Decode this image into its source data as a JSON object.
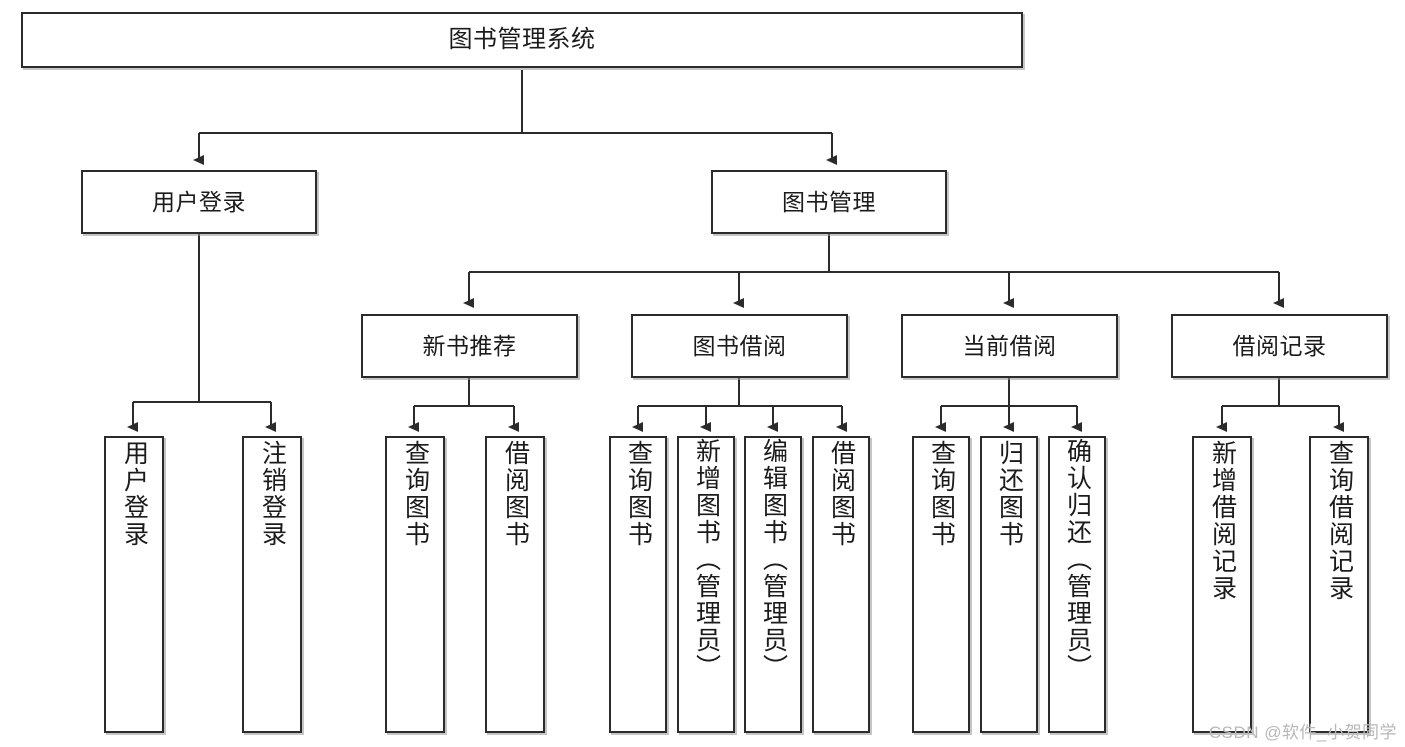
{
  "diagram": {
    "type": "tree",
    "title": "图书管理系统",
    "watermark": "CSDN @软件_小贺同学",
    "line_color": "#2b2b2b",
    "box_fill": "#ffffff",
    "text_color": "#1b1b1b",
    "nodes": {
      "root": {
        "label": "图书管理系统"
      },
      "level1": [
        {
          "id": "user-login",
          "label": "用户登录"
        },
        {
          "id": "book-manage",
          "label": "图书管理"
        }
      ],
      "level2": [
        {
          "id": "new-book-rec",
          "label": "新书推荐"
        },
        {
          "id": "book-borrow",
          "label": "图书借阅"
        },
        {
          "id": "current-borrow",
          "label": "当前借阅"
        },
        {
          "id": "borrow-record",
          "label": "借阅记录"
        }
      ],
      "leaves": {
        "user-login": [
          {
            "id": "leaf-user-login",
            "label": "用户登录"
          },
          {
            "id": "leaf-logout-login",
            "label": "注销登录"
          }
        ],
        "new-book-rec": [
          {
            "id": "leaf-query-book-1",
            "label": "查询图书"
          },
          {
            "id": "leaf-borrow-book-1",
            "label": "借阅图书"
          }
        ],
        "book-borrow": [
          {
            "id": "leaf-query-book-2",
            "label": "查询图书"
          },
          {
            "id": "leaf-add-book",
            "label": "新增图书（管理员）"
          },
          {
            "id": "leaf-edit-book",
            "label": "编辑图书（管理员）"
          },
          {
            "id": "leaf-borrow-book-2",
            "label": "借阅图书"
          }
        ],
        "current-borrow": [
          {
            "id": "leaf-query-book-3",
            "label": "查询图书"
          },
          {
            "id": "leaf-return-book",
            "label": "归还图书"
          },
          {
            "id": "leaf-confirm-return",
            "label": "确认归还（管理员）"
          }
        ],
        "borrow-record": [
          {
            "id": "leaf-add-record",
            "label": "新增借阅记录"
          },
          {
            "id": "leaf-query-record",
            "label": "查询借阅记录"
          }
        ]
      }
    }
  }
}
